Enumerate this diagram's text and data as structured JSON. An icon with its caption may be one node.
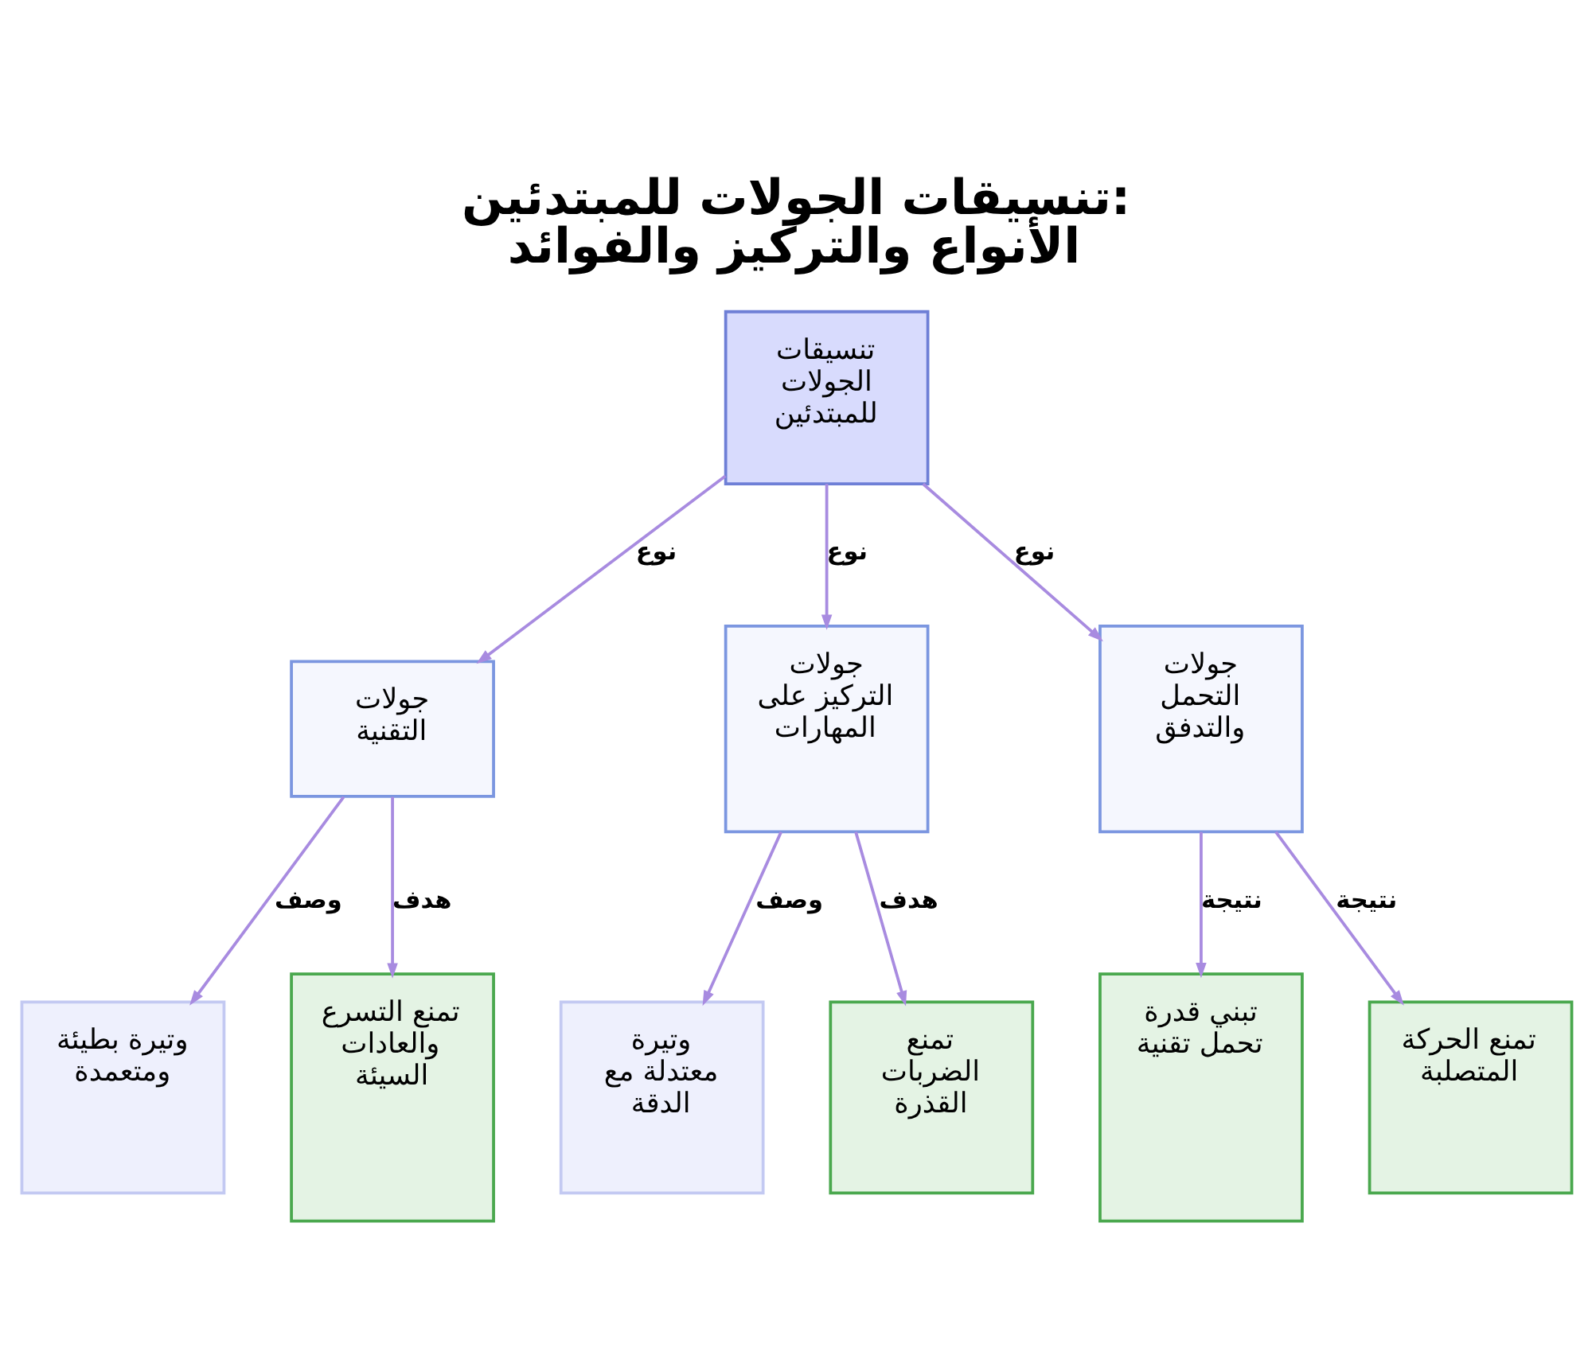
{
  "diagram": {
    "title": "تنسيقات الجولات للمبتدئين: الأنواع والتركيز والفوائد",
    "nodes": [
      {
        "text": [
          "تنسيقات الجولات للمبتدئين"
        ]
      },
      {
        "text": [
          "جولات التقنية"
        ]
      },
      {
        "text": [
          "جولات التركيز على المهارات"
        ]
      },
      {
        "text": [
          "جولات التحمل والتدفق"
        ]
      },
      {
        "text": [
          "وتيرة بطيئة ومتعمدة"
        ]
      },
      {
        "text": [
          "تمنع التسرع والعادات السيئة"
        ]
      },
      {
        "text": [
          "وتيرة معتدلة مع الدقة"
        ]
      },
      {
        "text": [
          "تمنع الضربات القذرة"
        ]
      },
      {
        "text": [
          "تبني قدرة تحمل تقنية"
        ]
      },
      {
        "text": [
          "تمنع الحركة المتصلبة"
        ]
      }
    ],
    "edges": [
      {
        "from": 0,
        "to": 1,
        "label": "نوع",
        "arrow": "to"
      },
      {
        "from": 0,
        "to": 2,
        "label": "نوع",
        "arrow": "to"
      },
      {
        "from": 0,
        "to": 3,
        "label": "نوع",
        "arrow": "to"
      },
      {
        "from": 1,
        "to": 4,
        "label": "وصف",
        "arrow": "to"
      },
      {
        "from": 1,
        "to": 5,
        "label": "هدف",
        "arrow": "to"
      },
      {
        "from": 2,
        "to": 6,
        "label": "وصف",
        "arrow": "to"
      },
      {
        "from": 2,
        "to": 7,
        "label": "هدف",
        "arrow": "to"
      },
      {
        "from": 3,
        "to": 8,
        "label": "نتيجة",
        "arrow": "to"
      },
      {
        "from": 3,
        "to": 9,
        "label": "نتيجة",
        "arrow": "to"
      }
    ]
  }
}
